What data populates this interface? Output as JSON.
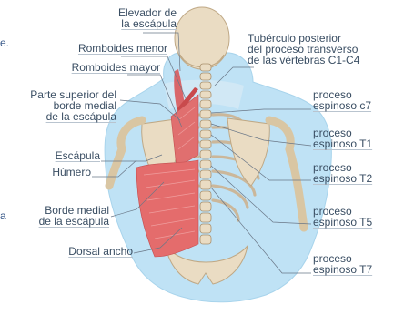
{
  "labels_left": {
    "elevador": [
      "Elevador de",
      "la escápula"
    ],
    "romboides_menor": "Romboides menor",
    "romboides_mayor": "Romboides mayor",
    "parte_superior": [
      "Parte superior del",
      "borde medial",
      "de la escápula"
    ],
    "escapula": "Escápula",
    "humero": "Húmero",
    "borde_medial": [
      "Borde medial",
      "de la escápula"
    ],
    "dorsal_ancho": "Dorsal ancho"
  },
  "labels_right": {
    "tuberculo": [
      "Tubérculo posterior",
      "del proceso transverso",
      "de las vértebras C1-C4"
    ],
    "c7": [
      "proceso",
      "espinoso c7"
    ],
    "t1": [
      "proceso",
      "espinoso T1"
    ],
    "t2": [
      "proceso",
      "espinoso T2"
    ],
    "t5": [
      "proceso",
      "espinoso T5"
    ],
    "t7": [
      "proceso",
      "espinoso T7"
    ]
  },
  "edge_fragments": {
    "top": "e.",
    "bottom": "a"
  },
  "colors": {
    "body_silhouette": "#bfe2f5",
    "bone": "#e9dcc3",
    "bone_shadow": "#bfa885",
    "muscle": "#d9585a",
    "muscle_light": "#e88a88",
    "leader_line": "#6a7787",
    "label_text": "#3a4e63"
  }
}
